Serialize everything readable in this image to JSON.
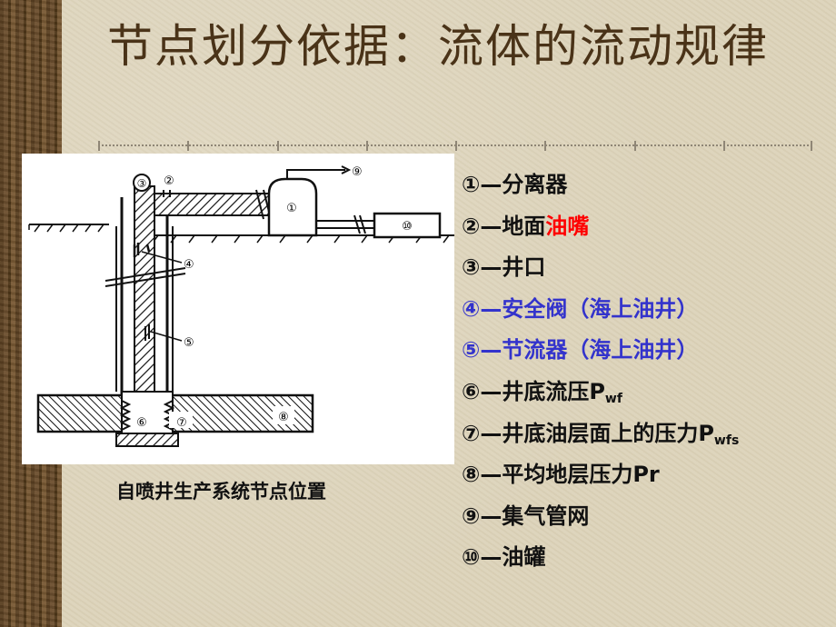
{
  "title": "节点划分依据：流体的流动规律",
  "figure": {
    "caption": "自喷井生产系统节点位置",
    "markers": [
      "①",
      "②",
      "③",
      "④",
      "⑤",
      "⑥",
      "⑦",
      "⑧",
      "⑨",
      "⑩"
    ]
  },
  "legend": {
    "items": [
      {
        "num": "①",
        "dash": "—",
        "text": "分离器",
        "highlight": "",
        "sub": "",
        "color": "#111111"
      },
      {
        "num": "②",
        "dash": "—",
        "text": "地面",
        "highlight": "油嘴",
        "sub": "",
        "color": "#111111"
      },
      {
        "num": "③",
        "dash": "—",
        "text": "井口",
        "highlight": "",
        "sub": "",
        "color": "#111111"
      },
      {
        "num": "④",
        "dash": "—",
        "text": "安全阀（海上油井）",
        "highlight": "",
        "sub": "",
        "color": "#3333cc"
      },
      {
        "num": "⑤",
        "dash": "—",
        "text": "节流器（海上油井）",
        "highlight": "",
        "sub": "",
        "color": "#3333cc"
      },
      {
        "num": "⑥",
        "dash": "—",
        "text": "井底流压P",
        "highlight": "",
        "sub": "wf",
        "color": "#111111"
      },
      {
        "num": "⑦",
        "dash": "—",
        "text": "井底油层面上的压力P",
        "highlight": "",
        "sub": "wfs",
        "color": "#111111"
      },
      {
        "num": "⑧",
        "dash": "—",
        "text": "平均地层压力Pr",
        "highlight": "",
        "sub": "",
        "color": "#111111"
      },
      {
        "num": "⑨",
        "dash": "—",
        "text": "集气管网",
        "highlight": "",
        "sub": "",
        "color": "#111111"
      },
      {
        "num": "⑩",
        "dash": "—",
        "text": "油罐",
        "highlight": "",
        "sub": "",
        "color": "#111111"
      }
    ],
    "highlight_color": "#ff0000"
  }
}
